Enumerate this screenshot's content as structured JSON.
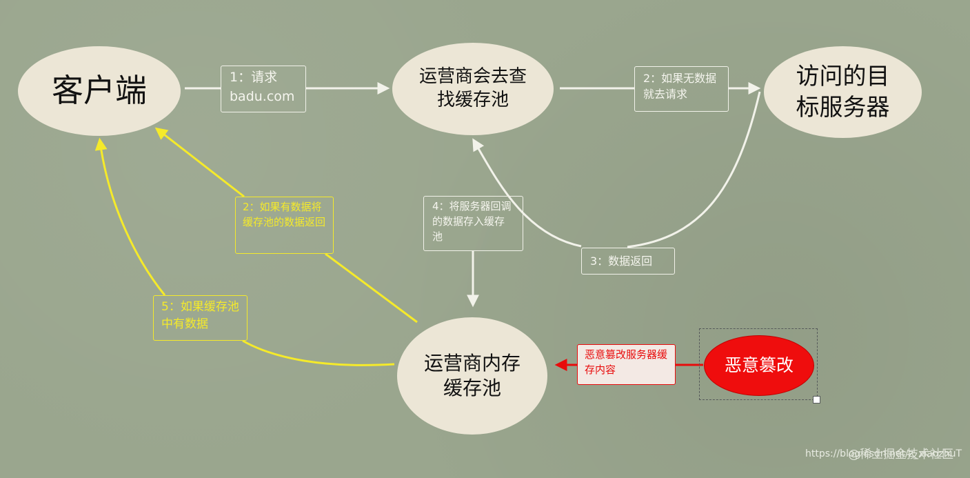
{
  "nodes": {
    "client": "客户端",
    "isp_lookup": "运营商会去查找缓存池",
    "target_server": "访问的目标服务器",
    "isp_cache": "运营商内存缓存池",
    "tamper": "恶意篡改"
  },
  "labels": {
    "request": "1：请求\nbadu.com",
    "no_data": "2：如果无数据就去请求",
    "save_cache": "4：将服务器回调的数据存入缓存池",
    "data_return": "3：数据返回",
    "if_cache_has_data": "2：如果有数据将缓存池的数据返回",
    "if_pool_has_data": "5：如果缓存池中有数据",
    "tamper_content": "恶意篡改服务器缓存内容"
  },
  "colors": {
    "background": "#9aa68e",
    "node_fill": "#ece6d6",
    "white_arrow": "#f2f2ea",
    "yellow_arrow": "#f5ea2a",
    "red_arrow": "#e80b0b",
    "tamper_fill": "#ef0d0d"
  },
  "watermark": {
    "url": "https://blog.csdn.net/z_xiaozhuT",
    "brand": "@稀土掘金技术社区"
  }
}
